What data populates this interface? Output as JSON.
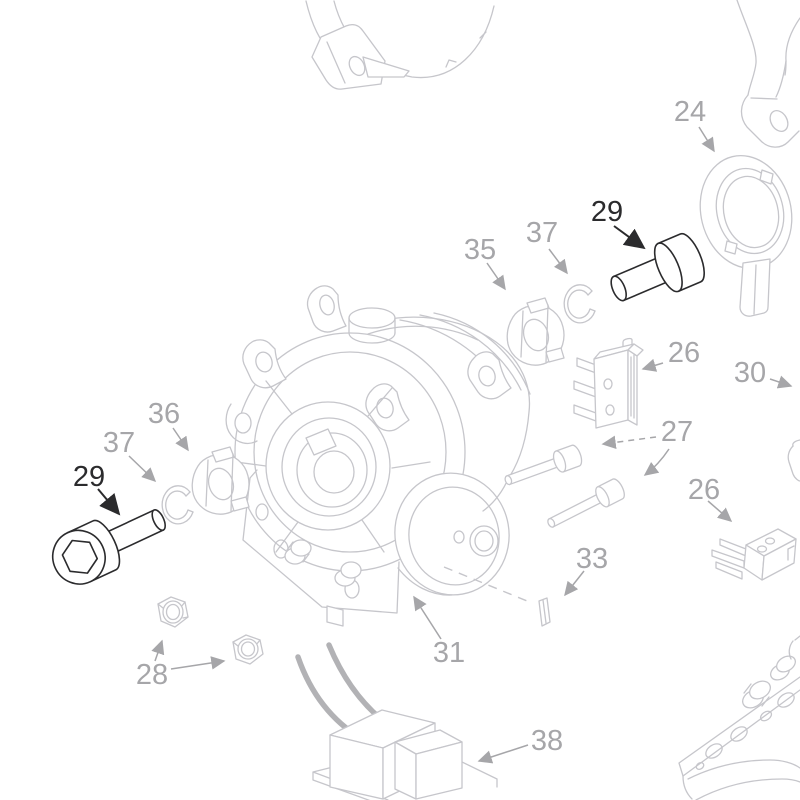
{
  "figure": {
    "type": "exploded-parts-diagram",
    "background": "#ffffff",
    "part_line_color": "#c6c6cb",
    "dark_part_color": "#2b2b2d",
    "label_color": "#a6a6a9",
    "label_dark_color": "#2b2b2d",
    "wire_color": "#b2b2b5"
  },
  "callouts": {
    "c24": {
      "label": "24",
      "part": "bearing-flange-ring"
    },
    "c29_top": {
      "label": "29",
      "part": "socket-head-cap-screw"
    },
    "c37_top": {
      "label": "37",
      "part": "retaining-ring"
    },
    "c35": {
      "label": "35",
      "part": "coupling-half"
    },
    "c26_top": {
      "label": "26",
      "part": "microswitch"
    },
    "c30": {
      "label": "30",
      "part": "part-off-canvas-right"
    },
    "c27": {
      "label": "27",
      "part": "long-cap-screws"
    },
    "c26_bottom": {
      "label": "26",
      "part": "microswitch"
    },
    "c36": {
      "label": "36",
      "part": "coupling-half"
    },
    "c37_left": {
      "label": "37",
      "part": "retaining-ring"
    },
    "c29_left": {
      "label": "29",
      "part": "socket-head-cap-screw"
    },
    "c28": {
      "label": "28",
      "part": "hex-nuts"
    },
    "c31": {
      "label": "31",
      "part": "gearbox-housing"
    },
    "c33": {
      "label": "33",
      "part": "shaft-key"
    },
    "c38": {
      "label": "38",
      "part": "transformer"
    }
  },
  "part_numbers_visible": [
    "24",
    "26",
    "27",
    "28",
    "29",
    "30",
    "31",
    "33",
    "35",
    "36",
    "37",
    "38"
  ]
}
